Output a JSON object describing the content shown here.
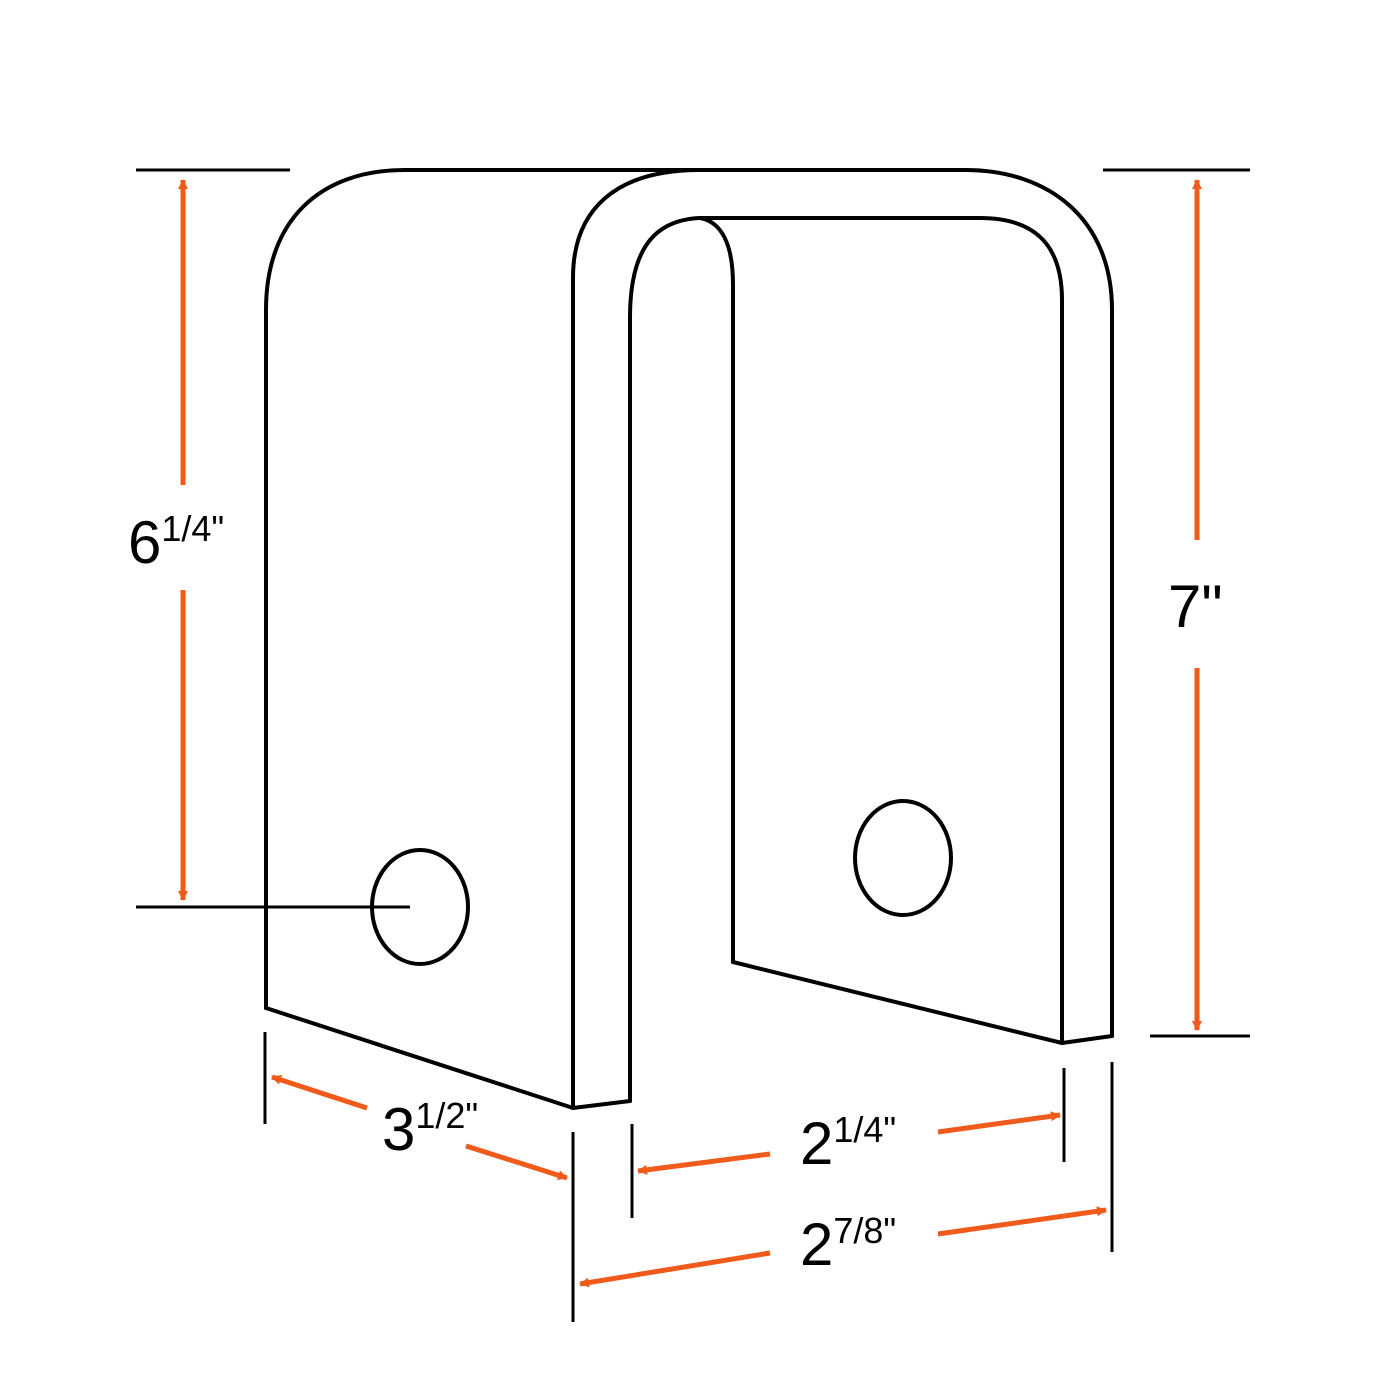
{
  "colors": {
    "outline": "#000000",
    "dimension_arrow": "#f05a1a",
    "background": "#ffffff"
  },
  "dimensions": {
    "left_height": {
      "whole": "6",
      "fraction": "1/4\""
    },
    "right_height": {
      "whole": "7\""
    },
    "depth": {
      "whole": "3",
      "fraction": "1/2\""
    },
    "inner_width": {
      "whole": "2",
      "fraction": "1/4\""
    },
    "outer_width": {
      "whole": "2",
      "fraction": "7/8\""
    }
  }
}
